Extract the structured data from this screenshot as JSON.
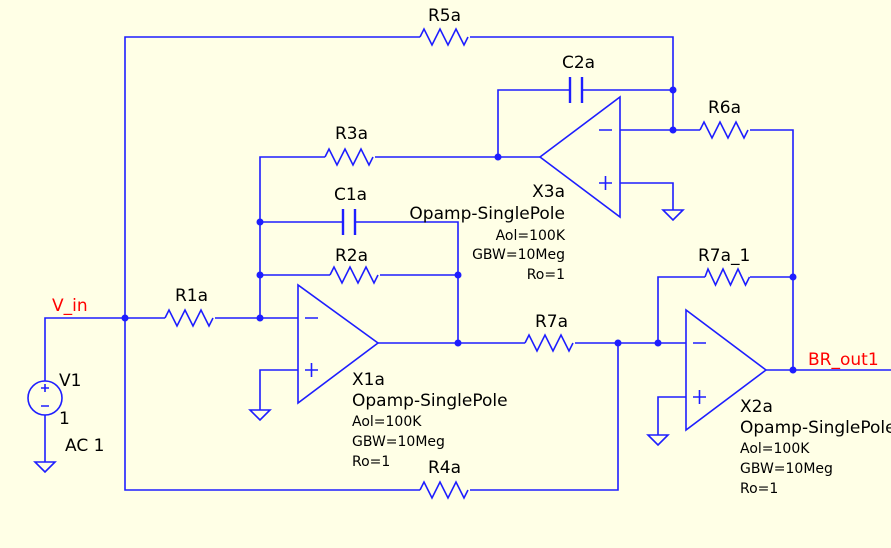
{
  "nets": {
    "input": "V_in",
    "output": "BR_out1"
  },
  "source": {
    "name": "V1",
    "value": "1",
    "ac": "AC 1"
  },
  "resistors": {
    "r1": "R1a",
    "r2": "R2a",
    "r3": "R3a",
    "r4": "R4a",
    "r5": "R5a",
    "r6": "R6a",
    "r7": "R7a",
    "r7_1": "R7a_1"
  },
  "capacitors": {
    "c1": "C1a",
    "c2": "C2a"
  },
  "opamps": [
    {
      "name": "X1a",
      "model": "Opamp-SinglePole",
      "aol": "Aol=100K",
      "gbw": "GBW=10Meg",
      "ro": "Ro=1"
    },
    {
      "name": "X2a",
      "model": "Opamp-SinglePole",
      "aol": "Aol=100K",
      "gbw": "GBW=10Meg",
      "ro": "Ro=1"
    },
    {
      "name": "X3a",
      "model": "Opamp-SinglePole",
      "aol": "Aol=100K",
      "gbw": "GBW=10Meg",
      "ro": "Ro=1"
    }
  ],
  "colors": {
    "wire": "#1e1eff",
    "net_label": "#ff0000",
    "background": "#ffffe6"
  }
}
